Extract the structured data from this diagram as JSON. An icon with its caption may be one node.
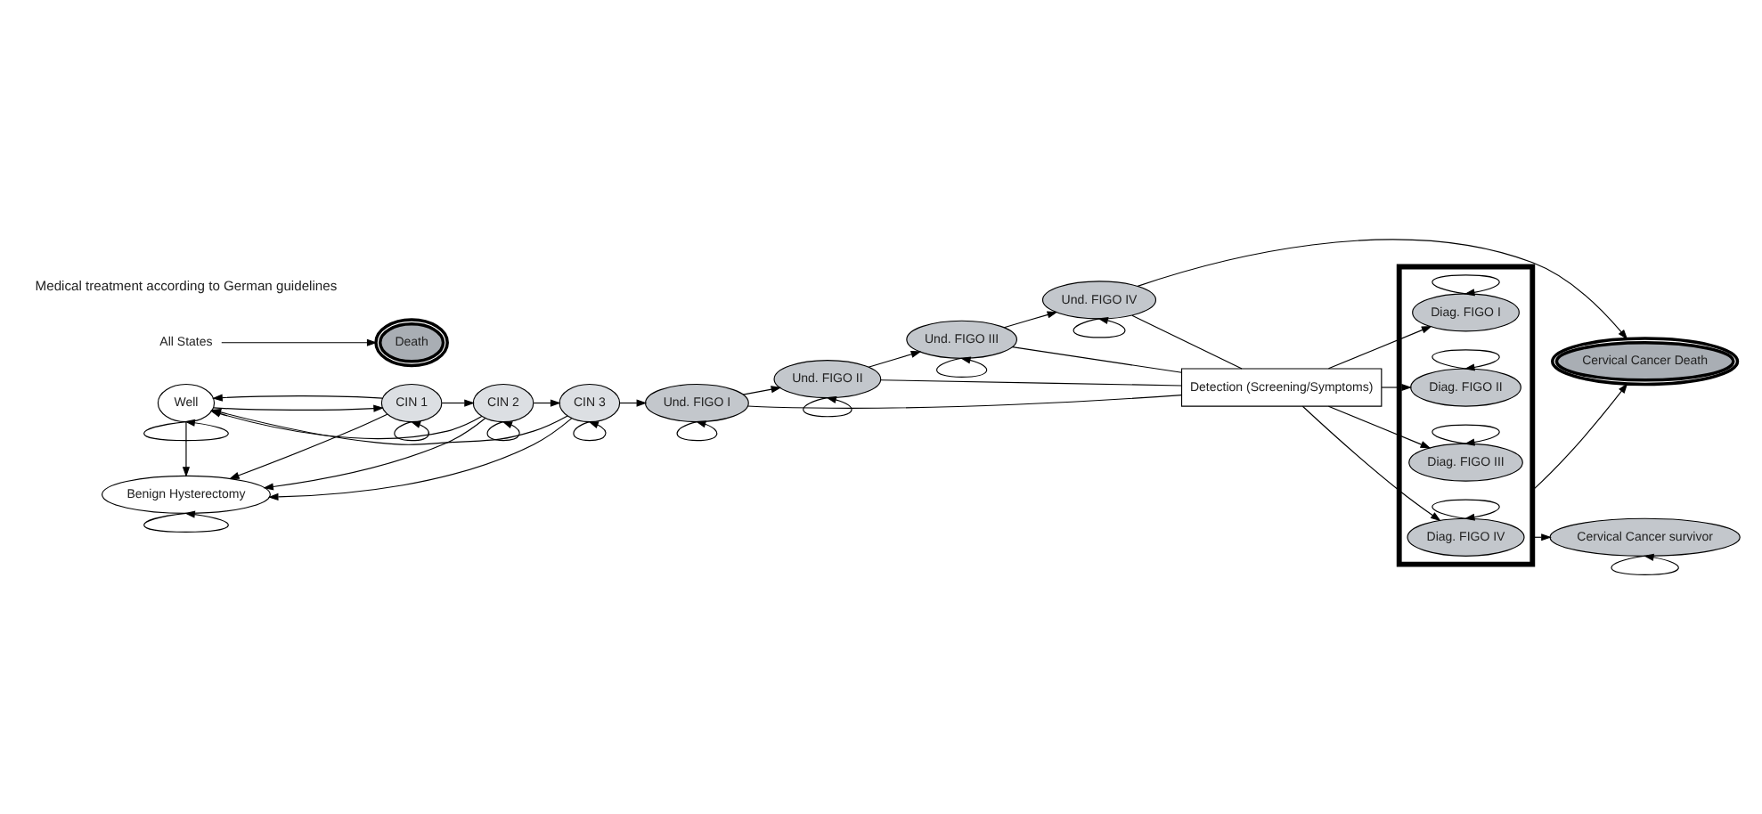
{
  "diagram": {
    "nodes": [
      {
        "text": [
          "Well"
        ]
      },
      {
        "text": [
          "CIN 1"
        ]
      },
      {
        "text": [
          "CIN 2"
        ]
      },
      {
        "text": [
          "CIN 3"
        ]
      },
      {
        "text": [
          "Benign Hysterectomy"
        ]
      },
      {
        "text": [
          "Und. FIGO I"
        ]
      },
      {
        "text": [
          "Und. FIGO II"
        ]
      },
      {
        "text": [
          "Und. FIGO III"
        ]
      },
      {
        "text": [
          "Und. FIGO IV"
        ]
      },
      {
        "text": [
          "Detection (Screening/Symptoms)"
        ]
      },
      {
        "text": [],
        "shape": "box"
      },
      {
        "text": [
          "Diag. FIGO I"
        ],
        "in": 10
      },
      {
        "text": [
          "Diag. FIGO II"
        ],
        "in": 10
      },
      {
        "text": [
          "Diag. FIGO III"
        ],
        "in": 10
      },
      {
        "text": [
          "Diag. FIGO IV"
        ],
        "in": 10
      },
      {
        "text": [
          "Cervical Cancer survivor"
        ]
      },
      {
        "text": [
          "Cervical Cancer Death"
        ]
      },
      {
        "text": [
          "All States"
        ]
      },
      {
        "text": [
          "Death"
        ]
      }
    ],
    "edges": [
      {
        "from": 0,
        "to": 0,
        "arrow": "to"
      },
      {
        "from": 0,
        "to": 1,
        "arrow": "to"
      },
      {
        "from": 1,
        "to": 0,
        "arrow": "to"
      },
      {
        "from": 2,
        "to": 0,
        "arrow": "to"
      },
      {
        "from": 3,
        "to": 0,
        "arrow": "to"
      },
      {
        "from": 1,
        "to": 2,
        "arrow": "to"
      },
      {
        "from": 2,
        "to": 3,
        "arrow": "to"
      },
      {
        "from": 3,
        "to": 5,
        "arrow": "to"
      },
      {
        "from": 1,
        "to": 1,
        "arrow": "to"
      },
      {
        "from": 2,
        "to": 2,
        "arrow": "to"
      },
      {
        "from": 3,
        "to": 3,
        "arrow": "to"
      },
      {
        "from": 0,
        "to": 4,
        "arrow": "to"
      },
      {
        "from": 1,
        "to": 4,
        "arrow": "to"
      },
      {
        "from": 2,
        "to": 4,
        "arrow": "to"
      },
      {
        "from": 3,
        "to": 4,
        "arrow": "to"
      },
      {
        "from": 4,
        "to": 4,
        "arrow": "to"
      },
      {
        "from": 5,
        "to": 6,
        "arrow": "to"
      },
      {
        "from": 6,
        "to": 7,
        "arrow": "to"
      },
      {
        "from": 7,
        "to": 8,
        "arrow": "to"
      },
      {
        "from": 5,
        "to": 5,
        "arrow": "to"
      },
      {
        "from": 6,
        "to": 6,
        "arrow": "to"
      },
      {
        "from": 7,
        "to": 7,
        "arrow": "to"
      },
      {
        "from": 8,
        "to": 8,
        "arrow": "to"
      },
      {
        "from": 5,
        "to": 9,
        "arrow": "none"
      },
      {
        "from": 6,
        "to": 9,
        "arrow": "none"
      },
      {
        "from": 7,
        "to": 9,
        "arrow": "none"
      },
      {
        "from": 8,
        "to": 9,
        "arrow": "none"
      },
      {
        "from": 9,
        "to": 11,
        "arrow": "to"
      },
      {
        "from": 9,
        "to": 12,
        "arrow": "to"
      },
      {
        "from": 9,
        "to": 13,
        "arrow": "to"
      },
      {
        "from": 9,
        "to": 14,
        "arrow": "to"
      },
      {
        "from": 11,
        "to": 11,
        "arrow": "to"
      },
      {
        "from": 12,
        "to": 12,
        "arrow": "to"
      },
      {
        "from": 13,
        "to": 13,
        "arrow": "to"
      },
      {
        "from": 14,
        "to": 14,
        "arrow": "to"
      },
      {
        "from": 10,
        "to": 15,
        "arrow": "to"
      },
      {
        "from": 10,
        "to": 16,
        "arrow": "to"
      },
      {
        "from": 15,
        "to": 15,
        "arrow": "to"
      },
      {
        "from": 8,
        "to": 16,
        "arrow": "to"
      },
      {
        "from": 17,
        "to": 18,
        "arrow": "to"
      }
    ],
    "labels": [
      "Medical treatment according to German guidelines"
    ]
  }
}
